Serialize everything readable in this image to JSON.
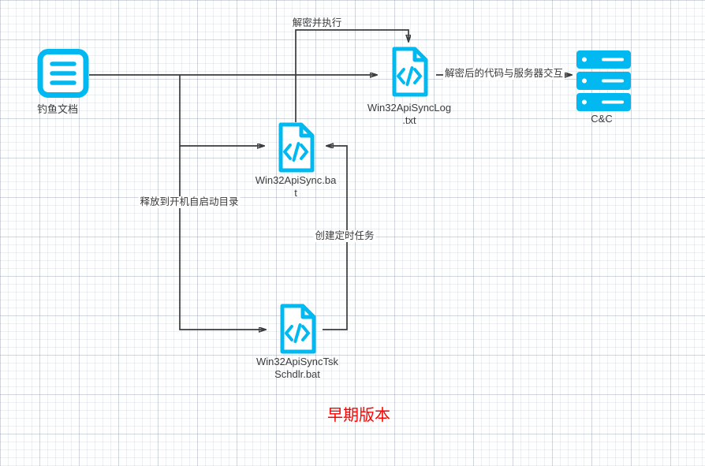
{
  "nodes": {
    "phishing_doc": {
      "label": "钓鱼文档"
    },
    "sync_bat": {
      "label": "Win32ApiSync.ba\nt"
    },
    "tsk_schdlr_bat": {
      "label": "Win32ApiSyncTsk\nSchdlr.bat"
    },
    "sync_log_txt": {
      "label": "Win32ApiSyncLog\n.txt"
    },
    "cnc_server": {
      "label": "C&C"
    }
  },
  "edges": {
    "decrypt_and_execute": {
      "label": "解密并执行"
    },
    "drop_to_startup": {
      "label": "释放到开机自启动目录"
    },
    "create_scheduled_task": {
      "label": "创建定时任务"
    },
    "server_interaction": {
      "label": "解密后的代码与服务器交互"
    }
  },
  "annotation": {
    "label": "早期版本"
  },
  "colors": {
    "accent": "#00b9f1",
    "line": "#3b3b3b",
    "annotation": "#ff0000"
  }
}
